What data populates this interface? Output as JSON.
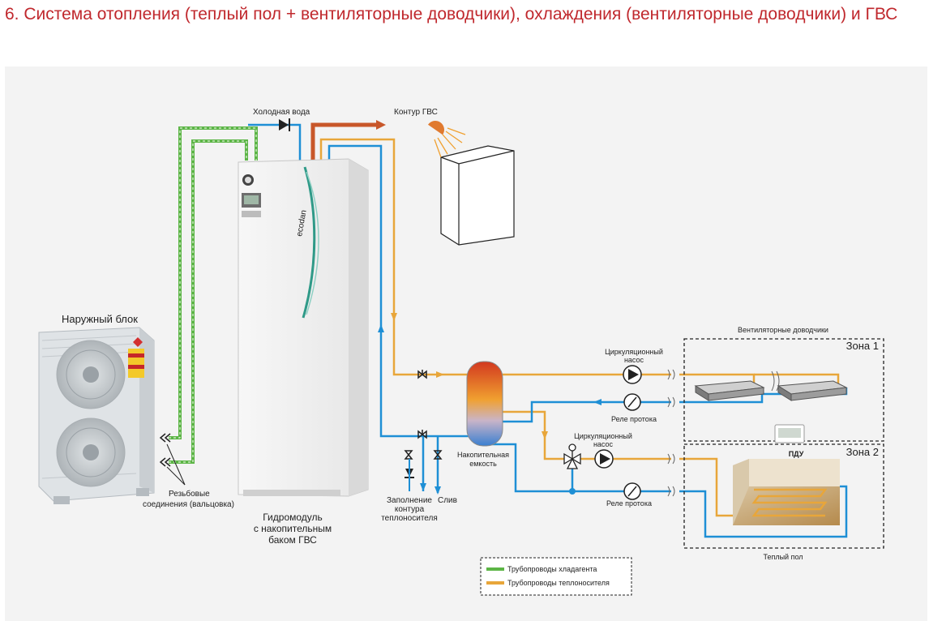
{
  "title": "6. Система отопления (теплый пол + вентиляторные доводчики), охлаждения (вентиляторные доводчики) и ГВС",
  "labels": {
    "cold_water": "Холодная вода",
    "dhw_loop": "Контур ГВС",
    "outdoor_unit": "Наружный блок",
    "threaded_1": "Резьбовые",
    "threaded_2": "соединения (вальцовка)",
    "hydro_1": "Гидромодуль",
    "hydro_2": "с накопительным",
    "hydro_3": "баком ГВС",
    "fill_1": "Заполнение",
    "fill_2": "контура",
    "fill_3": "теплоносителя",
    "drain": "Слив",
    "tank_1": "Накопительная",
    "tank_2": "емкость",
    "pump1_1": "Циркуляционный",
    "pump1_2": "насос",
    "pump2_1": "Циркуляционный",
    "pump2_2": "насос",
    "relay1": "Реле протока",
    "relay2": "Реле протока",
    "fan_coils": "Вентиляторные доводчики",
    "zone1": "Зона 1",
    "zone2": "Зона 2",
    "remote": "ПДУ",
    "floor": "Теплый пол",
    "brand": "ecodan"
  },
  "legend": {
    "refrigerant": "Трубопроводы хладагента",
    "coolant": "Трубопроводы теплоносителя"
  },
  "colors": {
    "title": "#c0282d",
    "refrigerant": "#5cb546",
    "coolant": "#e8a63a",
    "water": "#1e8fd5",
    "hot": "#c8572a"
  }
}
